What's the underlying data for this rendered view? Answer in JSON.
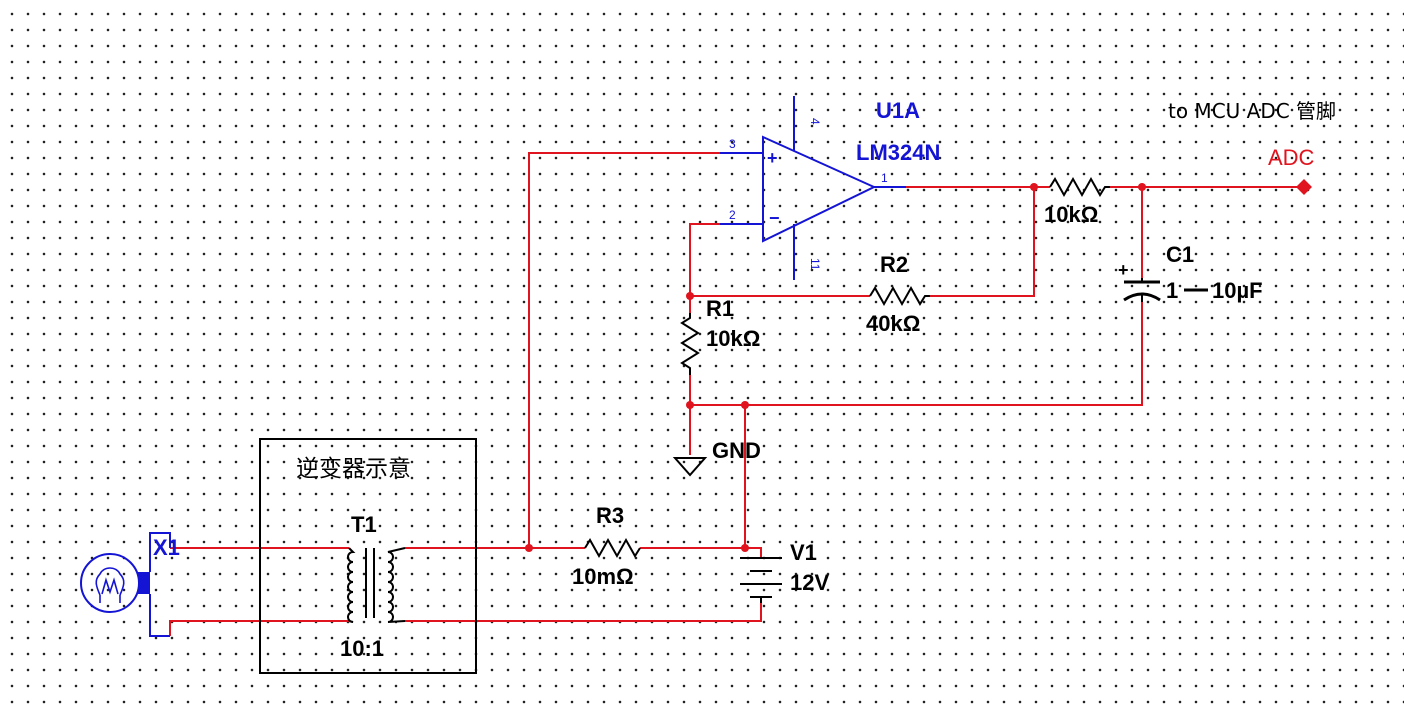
{
  "colors": {
    "wire": "#e0141e",
    "component": "#000000",
    "opamp": "#1414d4",
    "background": "#ffffff"
  },
  "labels": {
    "opamp_ref": "U1A",
    "opamp_part": "LM324N",
    "pin_plus": "3",
    "pin_minus": "2",
    "pin_out": "1",
    "pin_vcc": "4",
    "pin_vee": "11",
    "plus_sign": "+",
    "minus_sign": "−",
    "mcu_note": "to MCU ADC 管脚",
    "adc": "ADC",
    "r_out_value": "10kΩ",
    "c1_ref": "C1",
    "c1_value": "10µF",
    "c1_plus": "+",
    "r2_ref": "R2",
    "r2_value": "40kΩ",
    "r1_ref": "R1",
    "r1_value": "10kΩ",
    "gnd": "GND",
    "box_title": "逆变器示意",
    "t1_ref": "T1",
    "t1_ratio": "10:1",
    "r3_ref": "R3",
    "r3_value": "10mΩ",
    "v1_ref": "V1",
    "v1_value": "12V",
    "x1_ref": "X1"
  }
}
